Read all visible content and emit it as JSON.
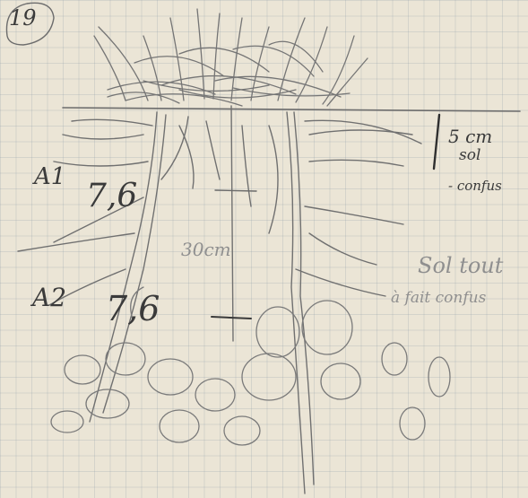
{
  "page": {
    "number": "19",
    "horizon_a1": "A1",
    "horizon_a1_ph": "7,6",
    "horizon_a2": "A2",
    "horizon_a2_ph": "7,6",
    "depth_label": "30cm",
    "scale_depth": "5 cm",
    "scale_sol": "sol",
    "scale_confus": "- confus",
    "note_line1": "Sol tout",
    "note_line2": "à fait confus"
  }
}
